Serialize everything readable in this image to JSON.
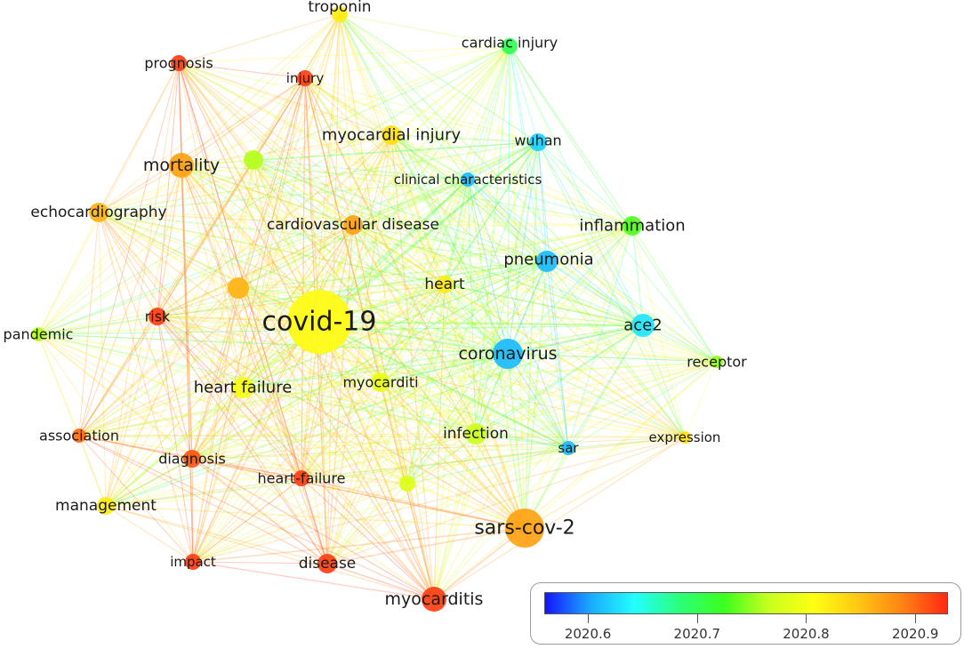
{
  "diagram": {
    "nodes": [
      {
        "id": "troponin",
        "label": "troponin",
        "year": 2020.82
      },
      {
        "id": "cardiac-injury",
        "label": "cardiac injury",
        "year": 2020.7
      },
      {
        "id": "prognosis",
        "label": "prognosis",
        "year": 2020.92
      },
      {
        "id": "injury",
        "label": "injury",
        "year": 2020.92
      },
      {
        "id": "myocardial-injury",
        "label": "myocardial injury",
        "year": 2020.83
      },
      {
        "id": "wuhan",
        "label": "wuhan",
        "year": 2020.62
      },
      {
        "id": "mortality",
        "label": "mortality",
        "year": 2020.87
      },
      {
        "id": "unlabeled-green",
        "label": "",
        "year": 2020.76
      },
      {
        "id": "clinical-characteristics",
        "label": "clinical characteristics",
        "year": 2020.61
      },
      {
        "id": "echocardiography",
        "label": "echocardiography",
        "year": 2020.86
      },
      {
        "id": "cardiovascular-disease",
        "label": "cardiovascular disease",
        "year": 2020.87
      },
      {
        "id": "inflammation",
        "label": "inflammation",
        "year": 2020.73
      },
      {
        "id": "pneumonia",
        "label": "pneumonia",
        "year": 2020.61
      },
      {
        "id": "unlabeled-orange",
        "label": "",
        "year": 2020.86
      },
      {
        "id": "heart",
        "label": "heart",
        "year": 2020.82
      },
      {
        "id": "risk",
        "label": "risk",
        "year": 2020.92
      },
      {
        "id": "covid-19",
        "label": "covid-19",
        "year": 2020.81
      },
      {
        "id": "ace2",
        "label": "ace2",
        "year": 2020.63
      },
      {
        "id": "pandemic",
        "label": "pandemic",
        "year": 2020.76
      },
      {
        "id": "coronavirus",
        "label": "coronavirus",
        "year": 2020.61
      },
      {
        "id": "receptor",
        "label": "receptor",
        "year": 2020.75
      },
      {
        "id": "heart-failure",
        "label": "heart failure",
        "year": 2020.8
      },
      {
        "id": "myocarditi",
        "label": "myocarditi",
        "year": 2020.79
      },
      {
        "id": "infection",
        "label": "infection",
        "year": 2020.77
      },
      {
        "id": "association",
        "label": "association",
        "year": 2020.9
      },
      {
        "id": "expression",
        "label": "expression",
        "year": 2020.83
      },
      {
        "id": "sar",
        "label": "sar",
        "year": 2020.61
      },
      {
        "id": "diagnosis",
        "label": "diagnosis",
        "year": 2020.91
      },
      {
        "id": "heart-failure-hyphen",
        "label": "heart-failure",
        "year": 2020.92
      },
      {
        "id": "unlabeled-lime",
        "label": "",
        "year": 2020.78
      },
      {
        "id": "management",
        "label": "management",
        "year": 2020.82
      },
      {
        "id": "sars-cov-2",
        "label": "sars-cov-2",
        "year": 2020.87
      },
      {
        "id": "impact",
        "label": "impact",
        "year": 2020.92
      },
      {
        "id": "disease",
        "label": "disease",
        "year": 2020.92
      },
      {
        "id": "myocarditis",
        "label": "myocarditis",
        "year": 2020.92
      }
    ]
  },
  "legend": {
    "colors": [
      "#1414ff",
      "#1aa8ff",
      "#22ffff",
      "#2bff7a",
      "#3cff1e",
      "#c8ff1e",
      "#ffff14",
      "#ffc814",
      "#ff8214",
      "#ff2814"
    ],
    "ticks": [
      {
        "label": "2020.6",
        "value": 2020.6
      },
      {
        "label": "2020.7",
        "value": 2020.7
      },
      {
        "label": "2020.8",
        "value": 2020.8
      },
      {
        "label": "2020.9",
        "value": 2020.9
      }
    ],
    "range": [
      2020.56,
      2020.93
    ]
  }
}
